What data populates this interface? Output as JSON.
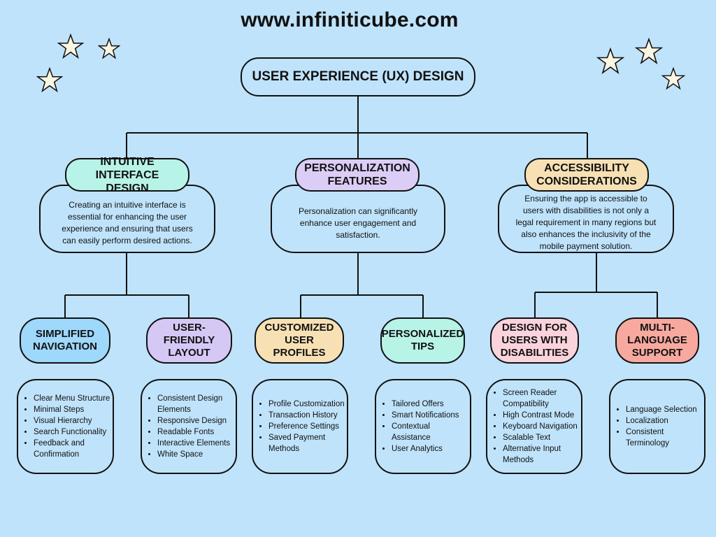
{
  "site_url": "www.infiniticube.com",
  "root_title": "USER EXPERIENCE (UX) DESIGN",
  "categories": [
    {
      "title": "INTUITIVE INTERFACE DESIGN",
      "description": "Creating an intuitive interface is essential for enhancing the user experience and ensuring that users can easily perform desired actions.",
      "color": "#b8f3e8",
      "children": [
        {
          "title": "SIMPLIFIED NAVIGATION",
          "color": "#9ed8fb",
          "items": [
            "Clear Menu Structure",
            "Minimal Steps",
            "Visual Hierarchy",
            "Search Functionality",
            "Feedback and Confirmation"
          ]
        },
        {
          "title": "USER-FRIENDLY LAYOUT",
          "color": "#d5c8f5",
          "items": [
            "Consistent Design Elements",
            "Responsive Design",
            "Readable Fonts",
            "Interactive Elements",
            "White Space"
          ]
        }
      ]
    },
    {
      "title": "PERSONALIZATION FEATURES",
      "description": "Personalization can significantly enhance user engagement and satisfaction.",
      "color": "#dccdf6",
      "children": [
        {
          "title": "CUSTOMIZED USER PROFILES",
          "color": "#f7e1b4",
          "items": [
            "Profile Customization",
            "Transaction History",
            "Preference Settings",
            "Saved Payment Methods"
          ]
        },
        {
          "title": "PERSONALIZED TIPS",
          "color": "#b8f3e8",
          "items": [
            "Tailored Offers",
            "Smart Notifications",
            "Contextual Assistance",
            "User Analytics"
          ]
        }
      ]
    },
    {
      "title": "ACCESSIBILITY CONSIDERATIONS",
      "description": "Ensuring the app is accessible to users with disabilities is not only a legal requirement in many regions but also enhances the inclusivity of the mobile payment solution.",
      "color": "#f7e1b4",
      "children": [
        {
          "title": "DESIGN FOR USERS WITH DISABILITIES",
          "color": "#fbd3dc",
          "items": [
            "Screen Reader Compatibility",
            "High Contrast Mode",
            "Keyboard Navigation",
            "Scalable Text",
            "Alternative Input Methods"
          ]
        },
        {
          "title": "MULTI-LANGUAGE SUPPORT",
          "color": "#f7a99f",
          "items": [
            "Language Selection",
            "Localization",
            "Consistent Terminology"
          ]
        }
      ]
    }
  ]
}
